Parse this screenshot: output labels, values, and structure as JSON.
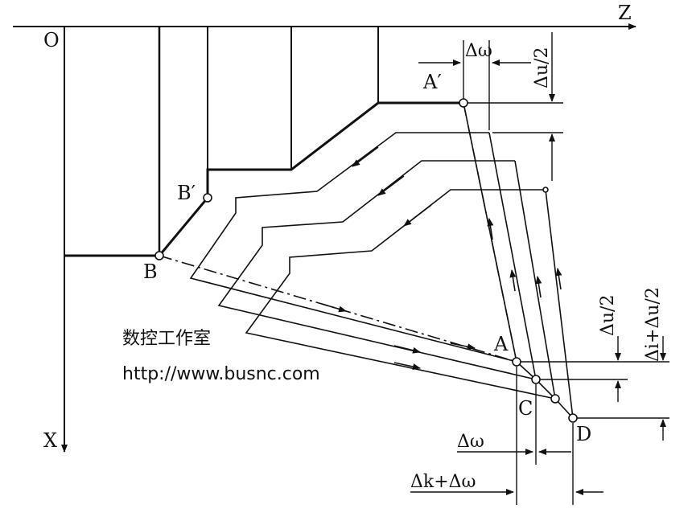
{
  "axes": {
    "z_label": "Z",
    "x_label": "X",
    "origin_label": "O"
  },
  "points": {
    "a": "A",
    "a_prime": "A′",
    "b": "B",
    "b_prime": "B′",
    "c": "C",
    "d": "D"
  },
  "dimensions": {
    "dw_top": "Δω",
    "du2_top": "Δu/2",
    "du2_right": "Δu/2",
    "di_du2": "Δi+Δu/2",
    "dw_bottom": "Δω",
    "dk_dw": "Δk+Δω"
  },
  "watermark": {
    "title": "数控工作室",
    "url": "http://www.busnc.com"
  }
}
